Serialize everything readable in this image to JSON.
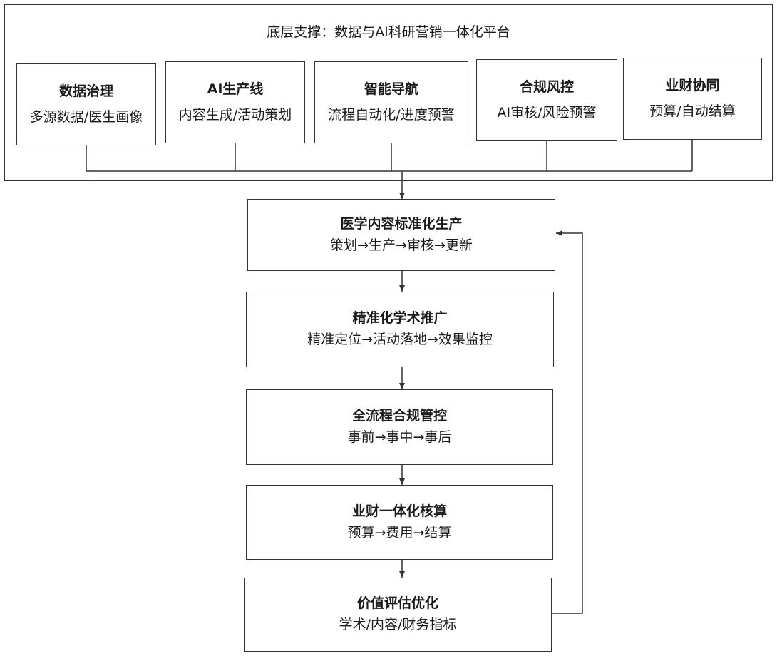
{
  "platform": {
    "title": "底层支撑：数据与AI科研营销一体化平台",
    "modules": [
      {
        "title": "数据治理",
        "subtitle": "多源数据/医生画像"
      },
      {
        "title": "AI生产线",
        "subtitle": "内容生成/活动策划"
      },
      {
        "title": "智能导航",
        "subtitle": "流程自动化/进度预警"
      },
      {
        "title": "合规风控",
        "subtitle": "AI审核/风险预警"
      },
      {
        "title": "业财协同",
        "subtitle": "预算/自动结算"
      }
    ]
  },
  "flow": {
    "steps": [
      {
        "title": "医学内容标准化生产",
        "subtitle": "策划→生产→审核→更新"
      },
      {
        "title": "精准化学术推广",
        "subtitle": "精准定位→活动落地→效果监控"
      },
      {
        "title": "全流程合规管控",
        "subtitle": "事前→事中→事后"
      },
      {
        "title": "业财一体化核算",
        "subtitle": "预算→费用→结算"
      },
      {
        "title": "价值评估优化",
        "subtitle": "学术/内容/财务指标"
      }
    ]
  }
}
